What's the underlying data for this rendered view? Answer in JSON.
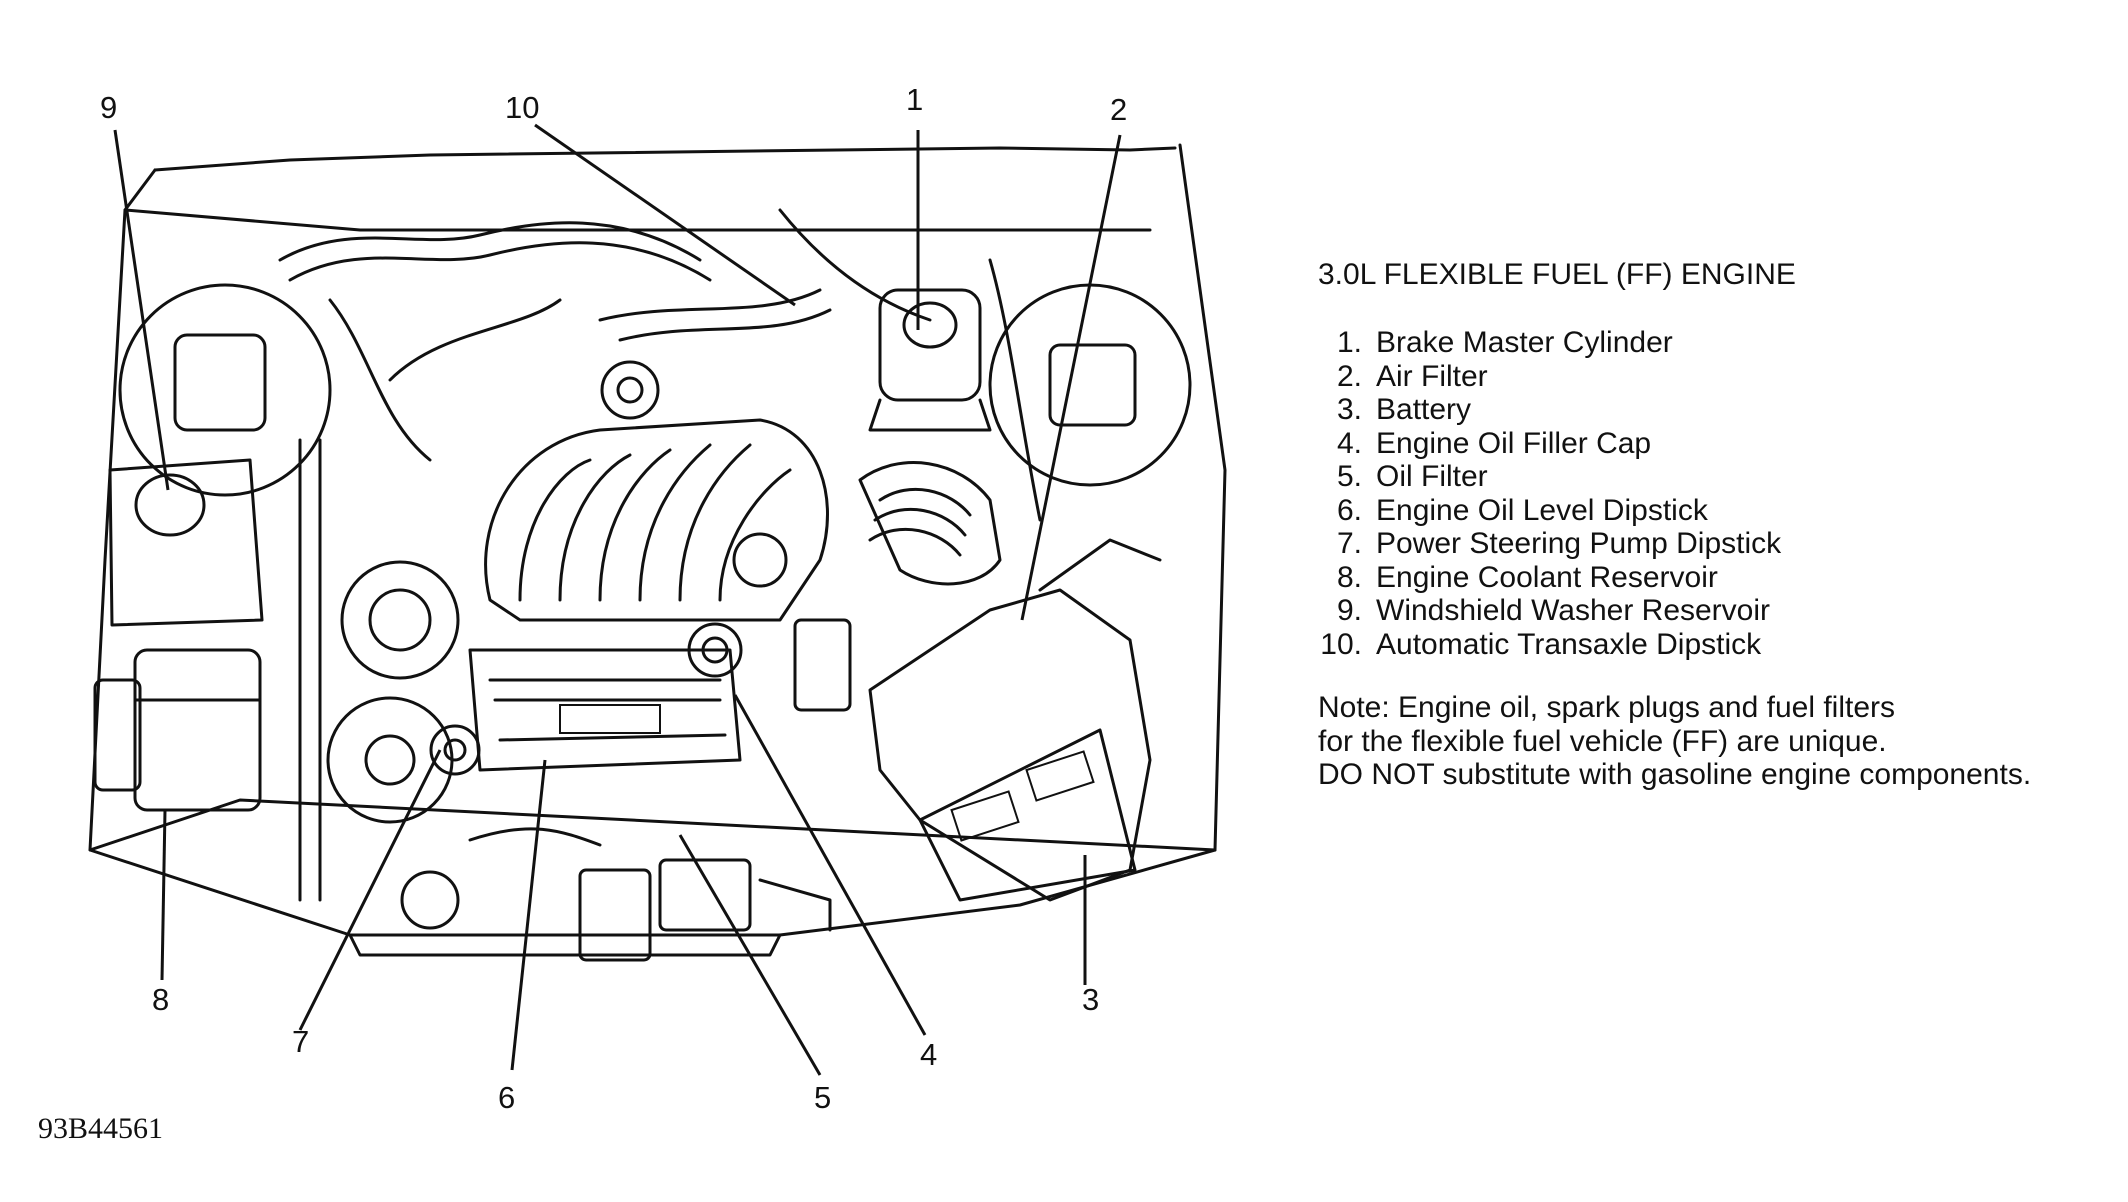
{
  "diagram": {
    "callouts": {
      "c1": "1",
      "c2": "2",
      "c3": "3",
      "c4": "4",
      "c5": "5",
      "c6": "6",
      "c7": "7",
      "c8": "8",
      "c9": "9",
      "c10": "10"
    }
  },
  "legend": {
    "title": "3.0L FLEXIBLE FUEL (FF) ENGINE",
    "items": [
      {
        "num": "1.",
        "label": "Brake Master Cylinder"
      },
      {
        "num": "2.",
        "label": "Air Filter"
      },
      {
        "num": "3.",
        "label": "Battery"
      },
      {
        "num": "4.",
        "label": "Engine Oil Filler Cap"
      },
      {
        "num": "5.",
        "label": "Oil Filter"
      },
      {
        "num": "6.",
        "label": "Engine Oil Level Dipstick"
      },
      {
        "num": "7.",
        "label": "Power Steering Pump Dipstick"
      },
      {
        "num": "8.",
        "label": "Engine Coolant Reservoir"
      },
      {
        "num": "9.",
        "label": "Windshield Washer Reservoir"
      },
      {
        "num": "10.",
        "label": "Automatic Transaxle Dipstick"
      }
    ],
    "note": [
      "Note: Engine oil, spark plugs and fuel filters",
      "for the flexible fuel vehicle (FF) are unique.",
      "DO NOT substitute with gasoline engine components."
    ]
  },
  "figure_id": "93B44561"
}
